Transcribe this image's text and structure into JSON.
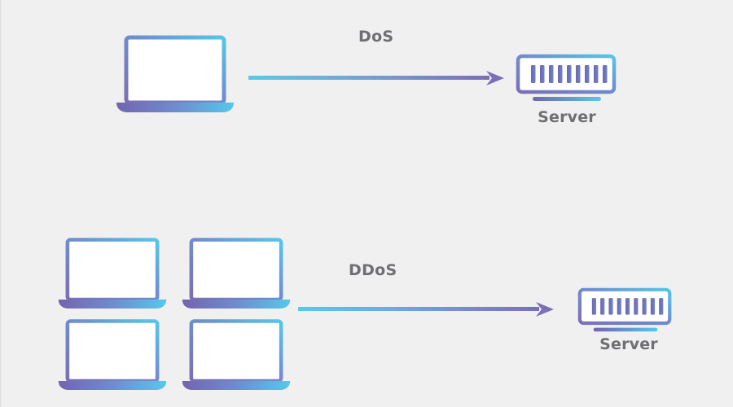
{
  "background_color": "#f0f0f0",
  "palette": {
    "gradient_start_purple": "#7b6fb5",
    "gradient_end_blue": "#5ac8e8",
    "text_gray": "#6e6e73",
    "screen_white": "#ffffff"
  },
  "diagram": {
    "title_visible": false,
    "rows": [
      {
        "id": "dos",
        "attack_label": "DoS",
        "source_icons": [
          {
            "icon": "laptop-icon",
            "count_label": ""
          }
        ],
        "arrow": {
          "direction": "right",
          "icon": "arrow-right-icon"
        },
        "target": {
          "icon": "server-icon",
          "label": "Server",
          "bar_count": 9
        }
      },
      {
        "id": "ddos",
        "attack_label": "DDoS",
        "source_icons": [
          {
            "icon": "laptop-icon",
            "count_label": ""
          },
          {
            "icon": "laptop-icon",
            "count_label": ""
          },
          {
            "icon": "laptop-icon",
            "count_label": ""
          },
          {
            "icon": "laptop-icon",
            "count_label": ""
          }
        ],
        "arrow": {
          "direction": "right",
          "icon": "arrow-right-icon"
        },
        "target": {
          "icon": "server-icon",
          "label": "Server",
          "bar_count": 9
        }
      }
    ]
  }
}
